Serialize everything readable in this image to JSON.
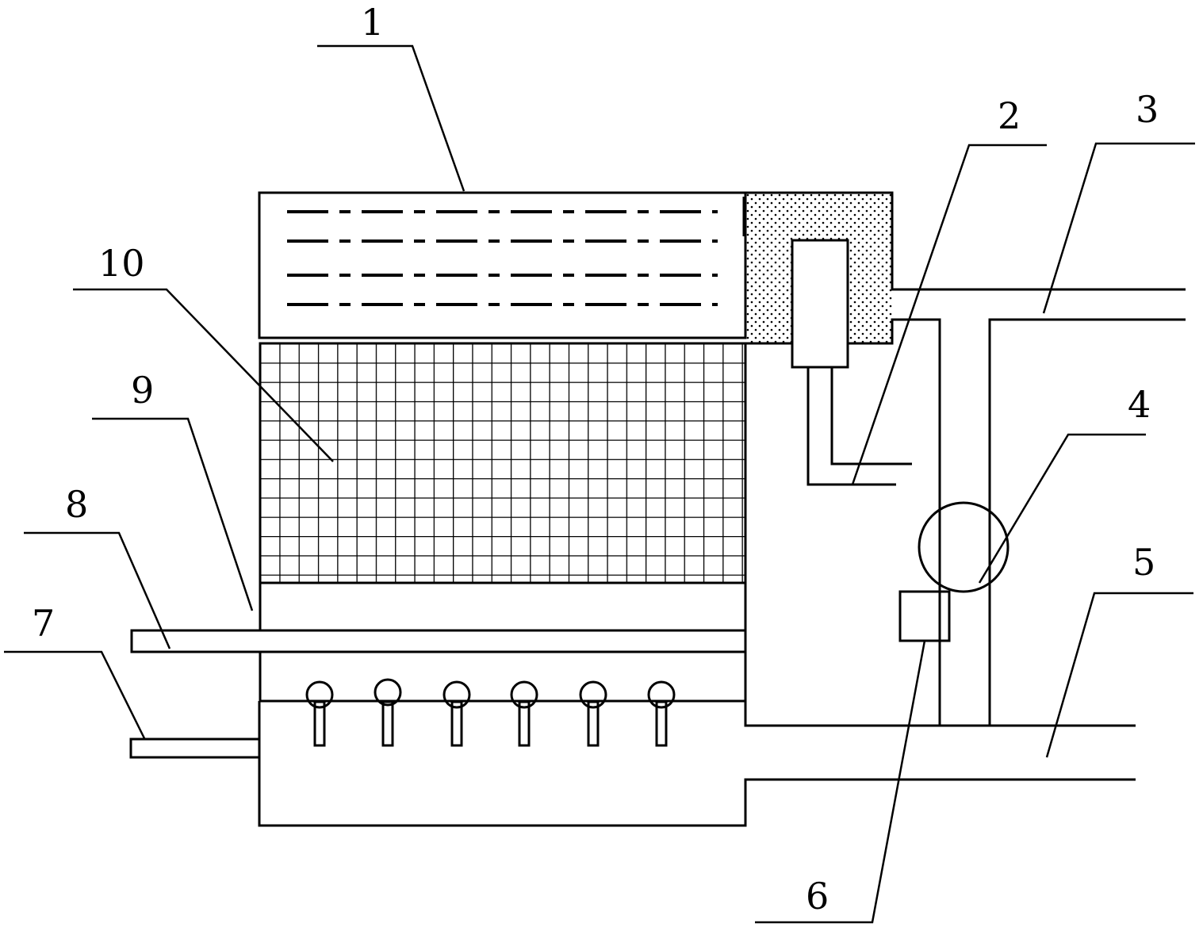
{
  "diagram": {
    "labels": [
      "1",
      "2",
      "3",
      "4",
      "5",
      "6",
      "7",
      "8",
      "9",
      "10"
    ],
    "colors": {
      "stroke": "#000000",
      "background": "#ffffff"
    }
  }
}
